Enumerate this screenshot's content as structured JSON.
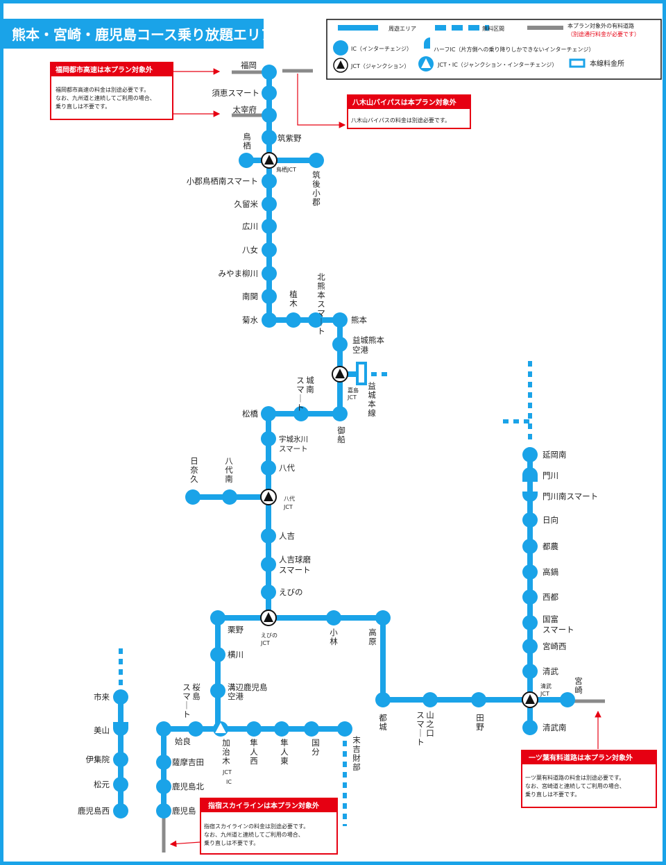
{
  "title": "熊本・宮崎・鹿児島コース乗り放題エリア",
  "colors": {
    "route": "#1aa3e8",
    "outside": "#8a8a8a",
    "red": "#e60012"
  },
  "legend": {
    "area": "周遊エリア",
    "free": "無料区間",
    "outside_toll": "本プラン対象外の有料道路",
    "outside_toll_note": "（別途通行料金が必要です）",
    "ic": "IC（インターチェンジ）",
    "half_ic": "ハーフIC（片方側への乗り降りしかできないインターチェンジ）",
    "jct": "JCT（ジャンクション）",
    "jct_ic": "JCT・IC（ジャンクション・インターチェンジ）",
    "toll_gate": "本線料金所"
  },
  "notes": {
    "fukuoka": {
      "title": "福岡都市高速は本プラン対象外",
      "lines": [
        "福岡都市高速の料金は別途必要です。",
        "なお、九州道と連続してご利用の場合、",
        "乗り直しは不要です。"
      ]
    },
    "yagiyama": {
      "title": "八木山バイパスは本プラン対象外",
      "lines": [
        "八木山バイパスの料金は別途必要です。"
      ]
    },
    "hitotsuba": {
      "title": "一ツ葉有料道路は本プラン対象外",
      "lines": [
        "一ツ葉有料道路の料金は別途必要です。",
        "なお、宮崎道と連続してご利用の場合、",
        "乗り直しは不要です。"
      ]
    },
    "ibusuki": {
      "title": "指宿スカイラインは本プラン対象外",
      "lines": [
        "指宿スカイラインの料金は別途必要です。",
        "なお、九州道と連続してご利用の場合、",
        "乗り直しは不要です。"
      ]
    }
  },
  "labels": {
    "fukuoka": "福岡",
    "sue": "須恵スマート",
    "dazaifu": "太宰府",
    "chikushino": "筑紫野",
    "tosu": "鳥栖",
    "tosu_jct": "鳥栖JCT",
    "chikugo_ogori": "筑後小郡",
    "ogori_tosu": "小郡鳥栖南スマート",
    "kurume": "久留米",
    "hirokawa": "広川",
    "yame": "八女",
    "miyama": "みやま柳川",
    "nankan": "南関",
    "kikusui": "菊水",
    "ueki": "植木",
    "kitakumamoto": "北熊本スマート",
    "kumamoto": "熊本",
    "mashiki_1": "益城熊本",
    "mashiki_2": "空港",
    "kashima_jct_1": "嘉島",
    "kashima_jct_2": "JCT",
    "mashiki_toll": "益城本線",
    "jonan": "城南スマート",
    "mifune": "御船",
    "matsubase": "松橋",
    "uki_1": "宇城氷川",
    "uki_2": "スマート",
    "yatsushiro": "八代",
    "hinagu": "日奈久",
    "yatsushiro_minami": "八代南",
    "yatsushiro_jct_1": "八代",
    "yatsushiro_jct_2": "JCT",
    "hitoyoshi": "人吉",
    "hitoyoshi_kuma_1": "人吉球磨",
    "hitoyoshi_kuma_2": "スマート",
    "ebino": "えびの",
    "ebino_jct_1": "えびの",
    "ebino_jct_2": "JCT",
    "kurino": "栗野",
    "kobayashi": "小林",
    "takaharu": "高原",
    "yokogawa": "横川",
    "mizobe_1": "溝辺鹿児島",
    "mizobe_2": "空港",
    "sakurajima": "桜島スマート",
    "aira": "姶良",
    "kajiki": "加治木",
    "kajiki_jct_1": "JCT",
    "kajiki_jct_2": "IC",
    "hayato_nishi": "隼人西",
    "hayato_higashi": "隼人東",
    "kokubu": "国分",
    "sueyoshi": "末吉財部",
    "satsuma_yoshida": "薩摩吉田",
    "kagoshima_kita": "鹿児島北",
    "kagoshima": "鹿児島",
    "ichiki": "市来",
    "miyama_k": "美山",
    "ijuin": "伊集院",
    "matsumoto": "松元",
    "kagoshima_nishi": "鹿児島西",
    "miyakonojo": "都城",
    "yamanokuchi": "山之口スマート",
    "tano": "田野",
    "nobeoka_minami": "延岡南",
    "kadogawa": "門川",
    "kadogawa_minami": "門川南スマート",
    "hyuga": "日向",
    "tsuno": "都農",
    "takanabe": "高鍋",
    "saito": "西都",
    "kunitomi_1": "国富",
    "kunitomi_2": "スマート",
    "miyazaki_nishi": "宮崎西",
    "kiyotake": "清武",
    "kiyotake_jct_1": "清武",
    "kiyotake_jct_2": "JCT",
    "miyazaki": "宮崎",
    "kiyotake_minami": "清武南"
  }
}
